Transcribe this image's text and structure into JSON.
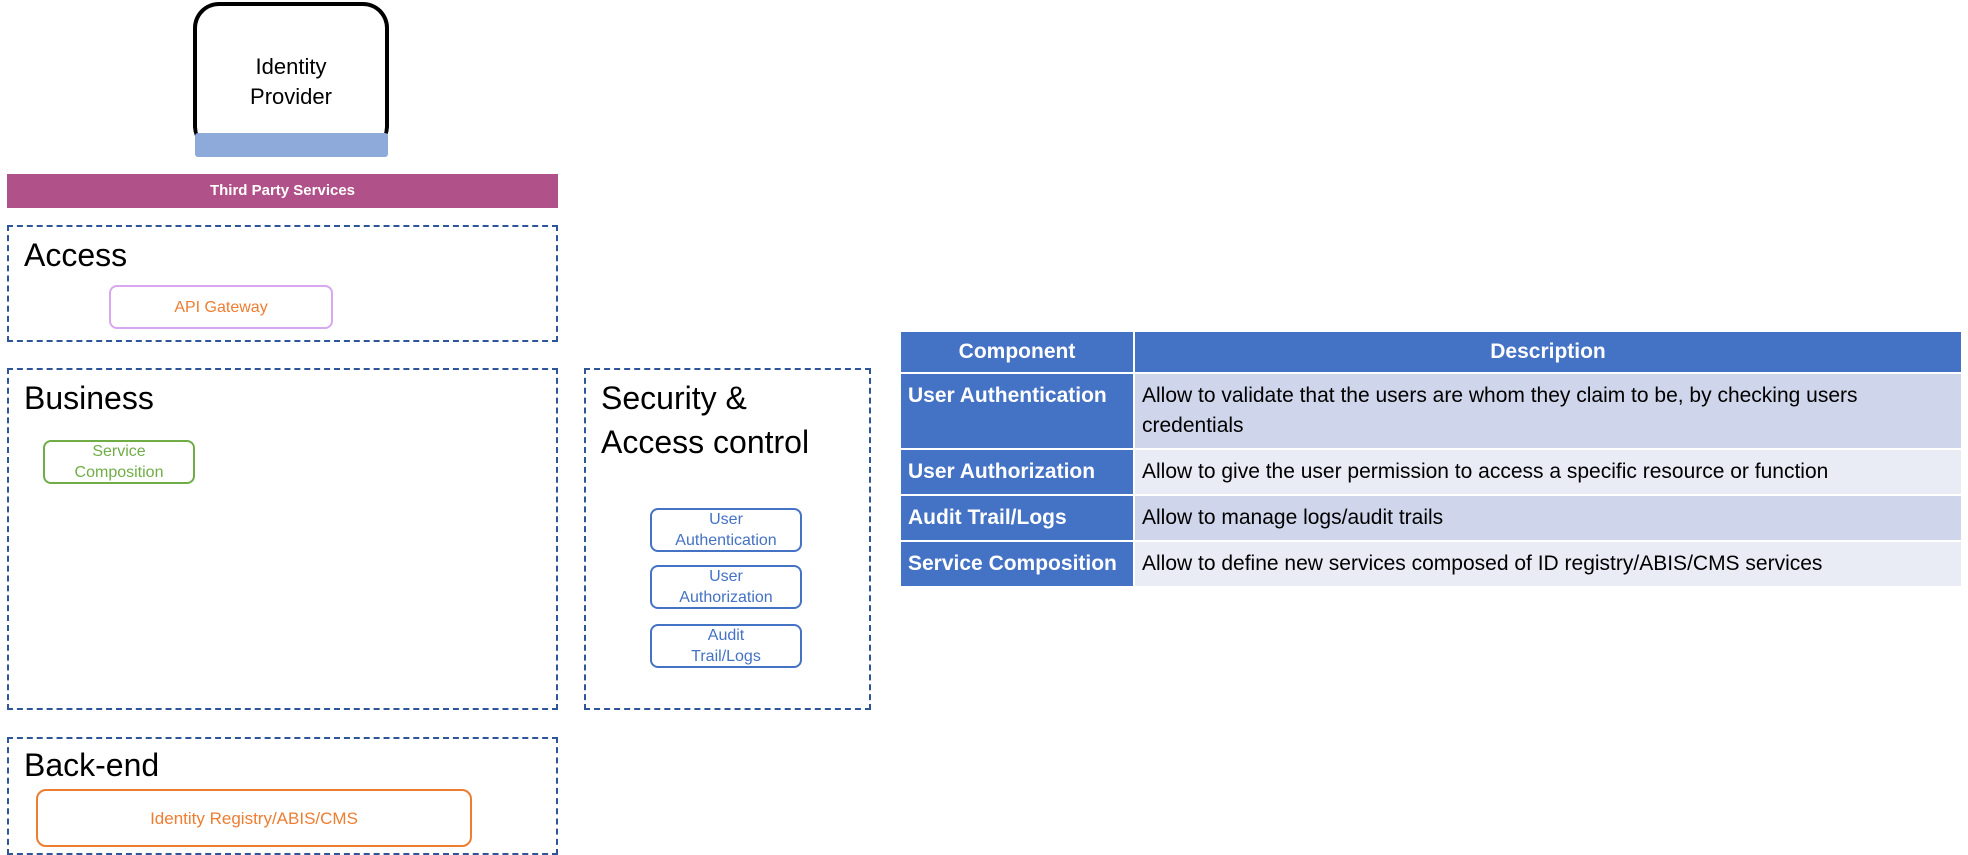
{
  "identity_provider": {
    "label": "Identity\nProvider"
  },
  "third_party": {
    "label": "Third Party Services",
    "color": "#b05189"
  },
  "layers": {
    "access": {
      "title": "Access",
      "components": [
        "API Gateway"
      ]
    },
    "business": {
      "title": "Business",
      "components": [
        "Service\nComposition"
      ]
    },
    "security": {
      "title": "Security &\nAccess control",
      "components": [
        "User\nAuthentication",
        "User\nAuthorization",
        "Audit\nTrail/Logs"
      ]
    },
    "backend": {
      "title": "Back-end",
      "components": [
        "Identity Registry/ABIS/CMS"
      ]
    }
  },
  "table": {
    "headers": [
      "Component",
      "Description"
    ],
    "rows": [
      {
        "component": "User Authentication",
        "description": "Allow to validate that the users are whom they claim to be, by checking users credentials"
      },
      {
        "component": "User Authorization",
        "description": "Allow to give the user permission to access a specific resource or function"
      },
      {
        "component": "Audit Trail/Logs",
        "description": "Allow to manage logs/audit trails"
      },
      {
        "component": "Service Composition",
        "description": "Allow to define new services composed of ID registry/ABIS/CMS services"
      }
    ]
  },
  "colors": {
    "layer_border": "#2e5597",
    "access_component": "#ed7d31",
    "business_component": "#70ad47",
    "security_component": "#4472c4",
    "table_header": "#4472c4"
  }
}
